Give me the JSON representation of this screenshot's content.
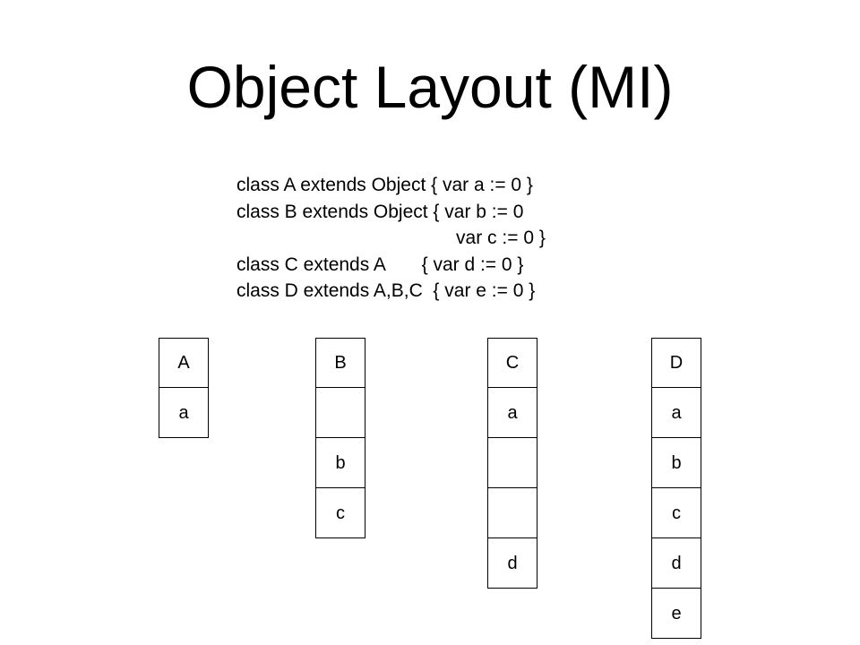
{
  "title": "Object Layout (MI)",
  "code_lines": [
    "class A extends Object { var a := 0 }",
    "class B extends Object { var b := 0",
    "                                          var c := 0 }",
    "class C extends A       { var d := 0 }",
    "class D extends A,B,C  { var e := 0 }"
  ],
  "layouts": [
    {
      "cells": [
        "A",
        "a"
      ]
    },
    {
      "cells": [
        "B",
        "",
        "b",
        "c"
      ]
    },
    {
      "cells": [
        "C",
        "a",
        "",
        "",
        "d"
      ]
    },
    {
      "cells": [
        "D",
        "a",
        "b",
        "c",
        "d",
        "e"
      ]
    }
  ]
}
